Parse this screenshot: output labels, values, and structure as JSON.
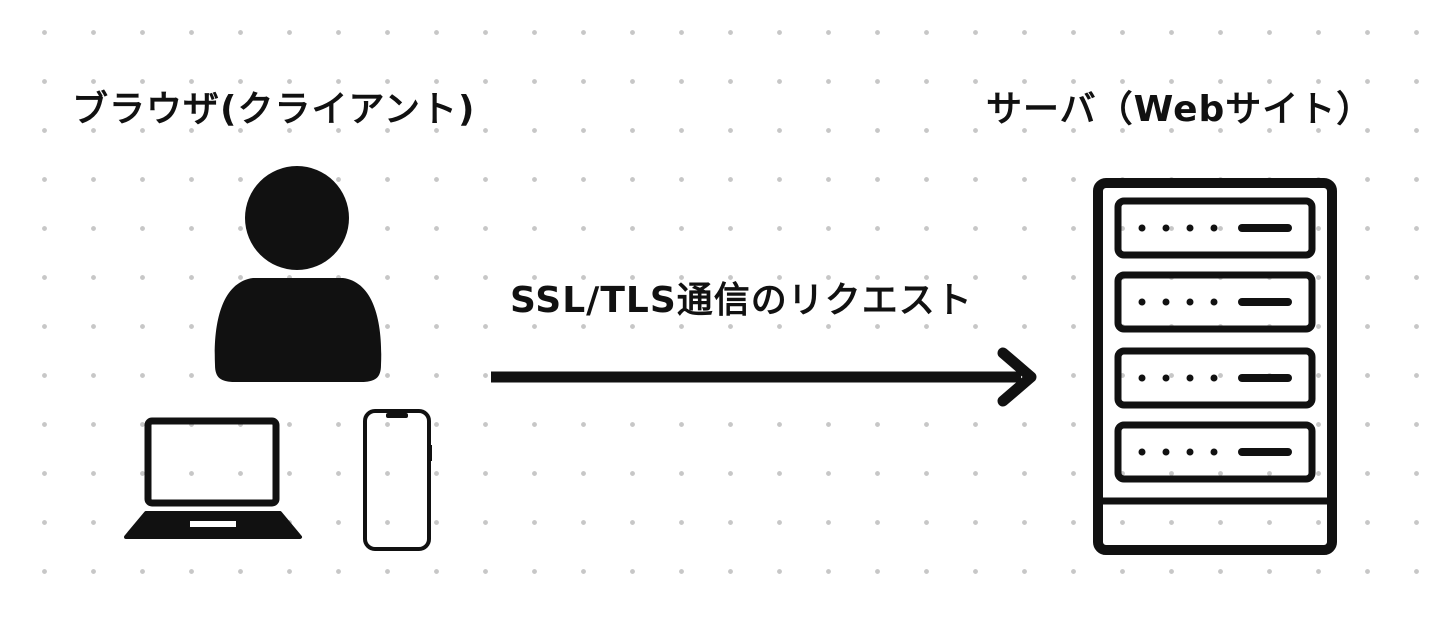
{
  "diagram": {
    "client_label": "ブラウザ(クライアント)",
    "server_label": "サーバ（Webサイト）",
    "request_label": "SSL/TLS通信のリクエスト"
  },
  "icons": {
    "client_person": "person-icon",
    "client_laptop": "laptop-icon",
    "client_phone": "smartphone-icon",
    "server": "server-rack-icon",
    "arrow": "arrow-right-icon"
  },
  "colors": {
    "ink": "#111111",
    "dot_grid": "#c7c7c7",
    "background": "#ffffff"
  }
}
